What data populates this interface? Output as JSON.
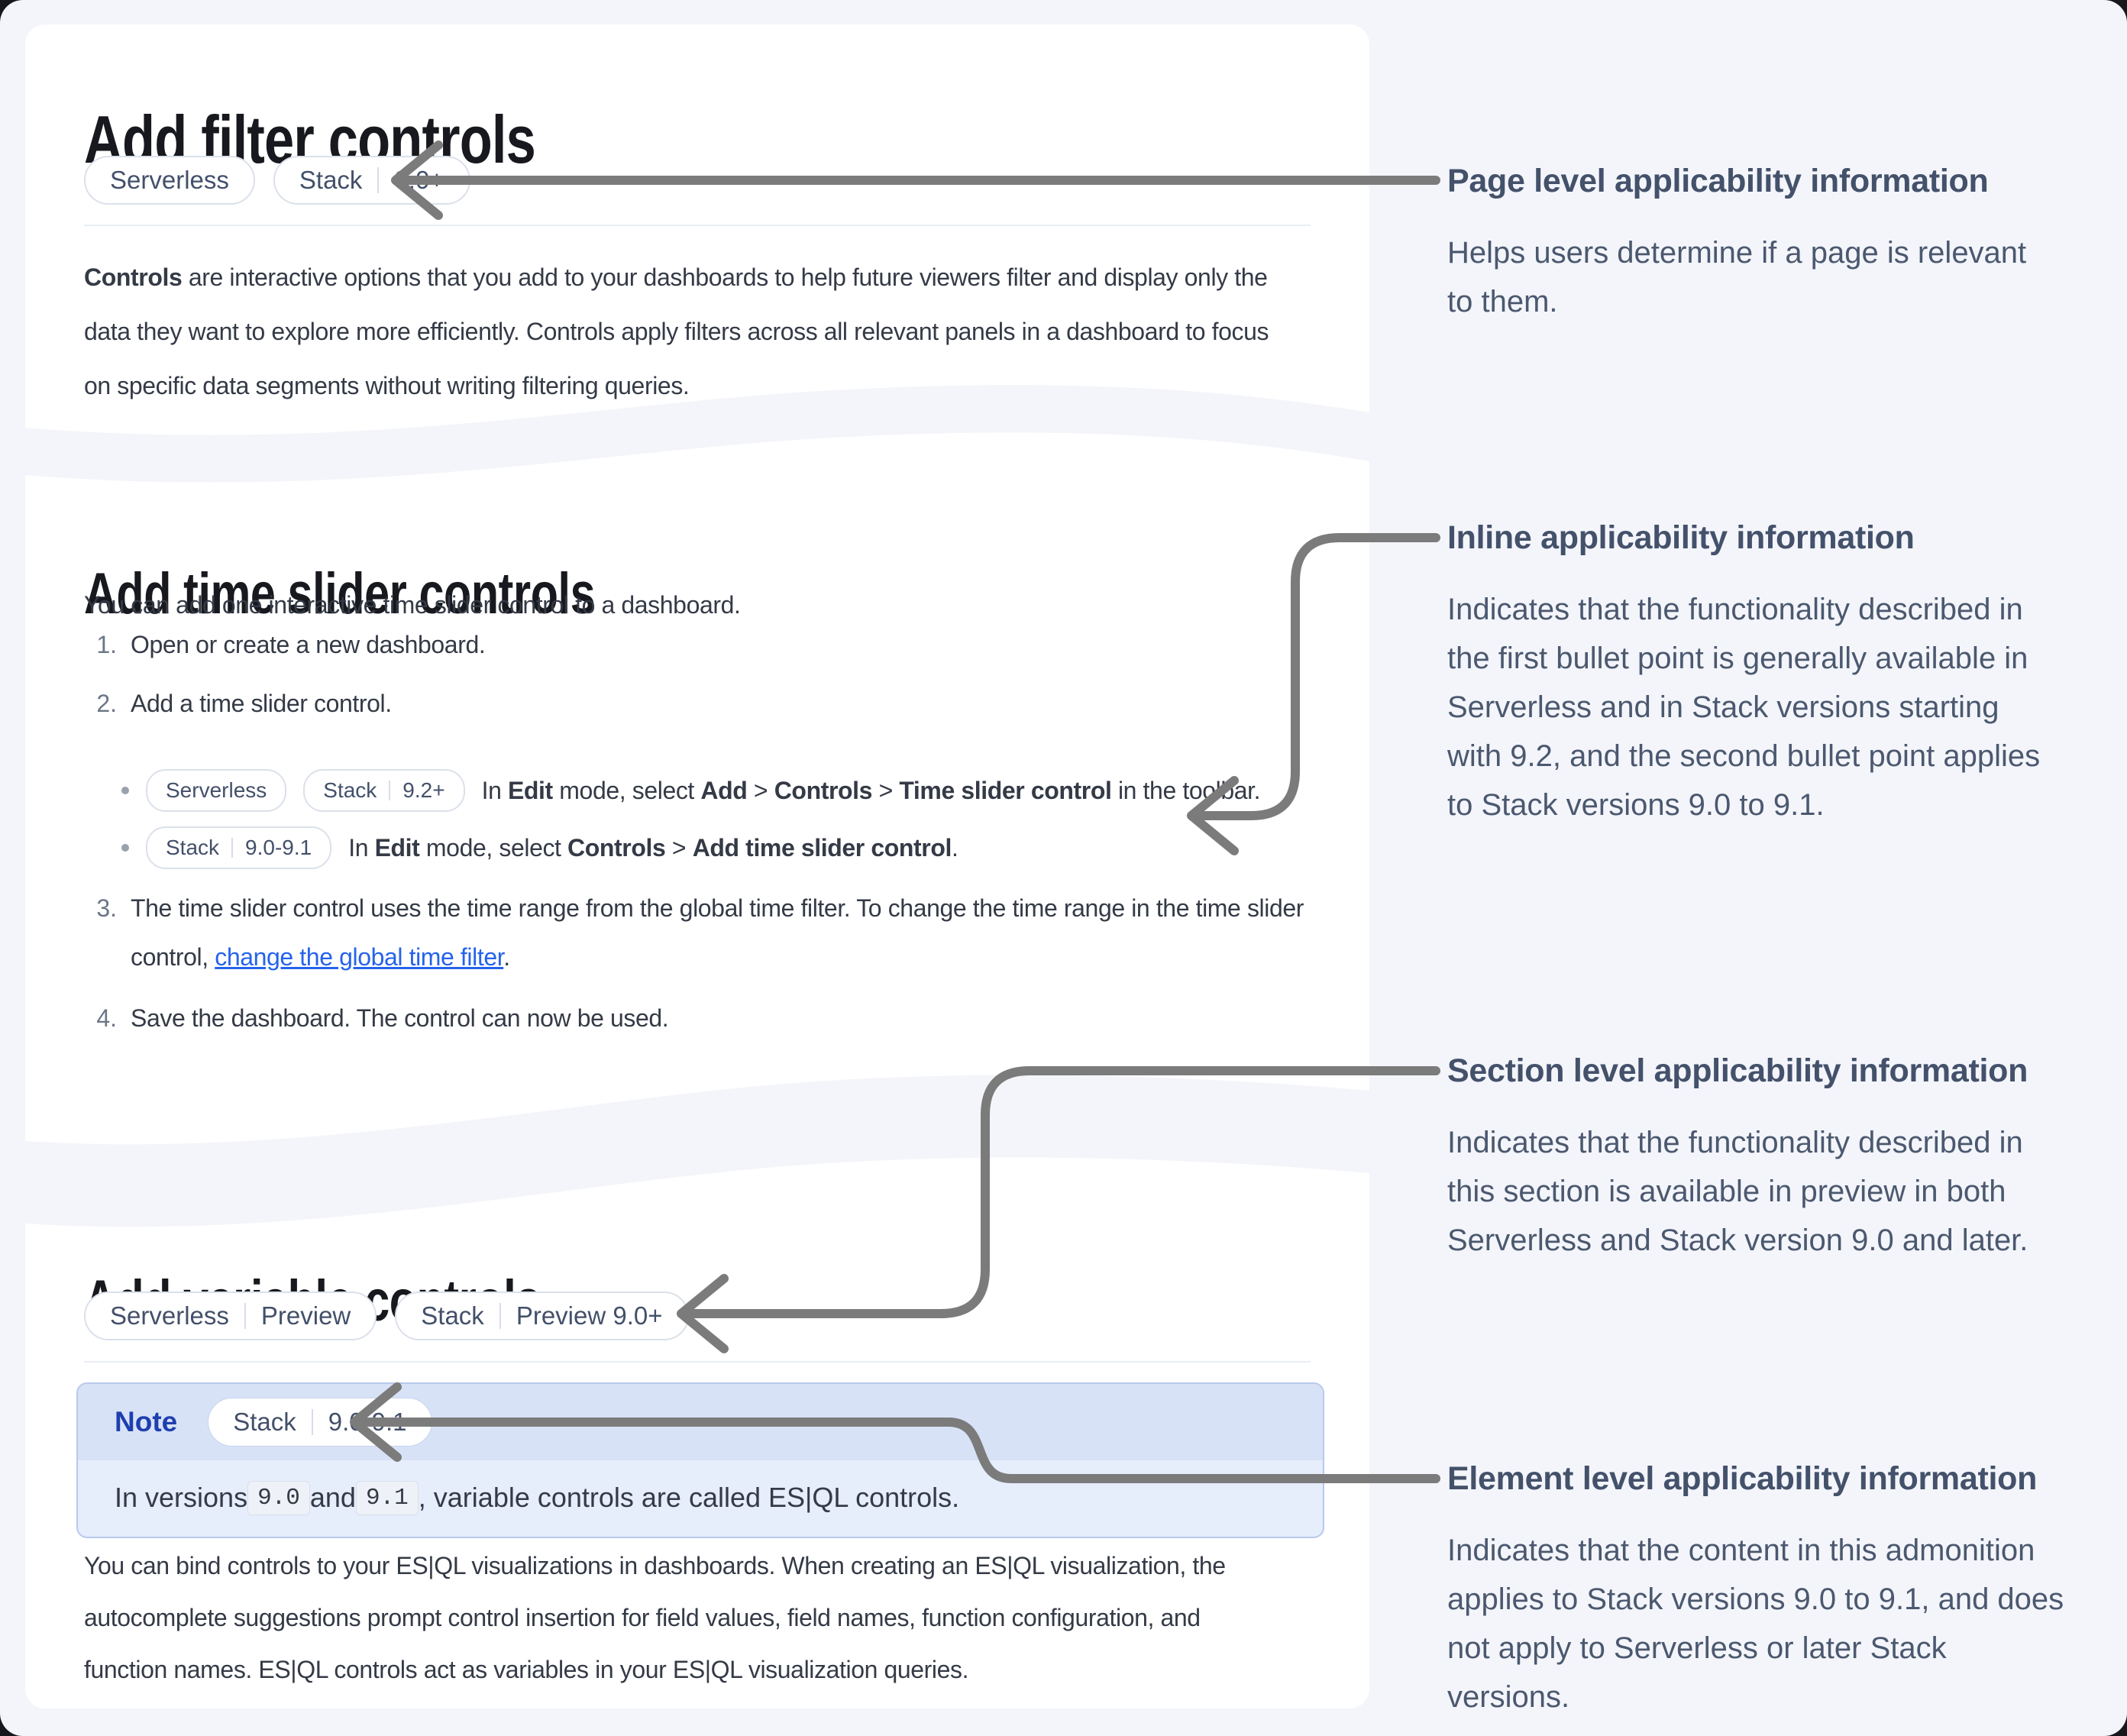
{
  "colors": {
    "page_background": "#f3f5fa",
    "card_background": "#ffffff",
    "heading_text": "#17191e",
    "body_text": "#343a46",
    "annotation_text": "#4b586f",
    "arrow": "#7b7b7b",
    "link": "#2563eb",
    "note_header_background": "#d7e2f7",
    "note_body_background": "#e6edfb",
    "note_border": "#b9c9ec",
    "note_label_text": "#1e3fae",
    "badge_border": "#dbe0ea",
    "badge_text": "#43506a"
  },
  "card1": {
    "title": "Add filter controls",
    "badges": [
      [
        "Serverless"
      ],
      [
        "Stack",
        "9.0+"
      ]
    ],
    "paragraph": [
      [
        {
          "t": "Controls",
          "b": true
        },
        {
          "t": " are interactive options that you add to your dashboards to help future viewers filter and display only the"
        }
      ],
      [
        {
          "t": "data they want to explore more efficiently. Controls apply filters across all relevant panels in a dashboard to focus"
        }
      ],
      [
        {
          "t": "on specific data segments without writing filtering queries."
        }
      ]
    ]
  },
  "card2": {
    "title": "Add time slider controls",
    "intro": "You can add one interactive time slider control to a dashboard.",
    "steps": [
      {
        "num": "1.",
        "lines": [
          [
            {
              "t": "Open or create a new dashboard."
            }
          ]
        ]
      },
      {
        "num": "2.",
        "lines": [
          [
            {
              "t": "Add a time slider control."
            }
          ]
        ]
      },
      {
        "num": "3.",
        "lines": [
          [
            {
              "t": "The time slider control uses the time range from the global time filter. To change the time range in the time slider"
            }
          ],
          [
            {
              "t": "control, "
            },
            {
              "t": "change the global time filter",
              "link": true
            },
            {
              "t": "."
            }
          ]
        ]
      },
      {
        "num": "4.",
        "lines": [
          [
            {
              "t": "Save the dashboard. The control can now be used."
            }
          ]
        ]
      }
    ],
    "bullets": [
      {
        "badges": [
          [
            "Serverless"
          ],
          [
            "Stack",
            "9.2+"
          ]
        ],
        "text": [
          {
            "t": "In "
          },
          {
            "t": "Edit",
            "b": true
          },
          {
            "t": " mode, select "
          },
          {
            "t": "Add",
            "b": true
          },
          {
            "t": " > "
          },
          {
            "t": "Controls",
            "b": true
          },
          {
            "t": " > "
          },
          {
            "t": "Time slider control",
            "b": true
          },
          {
            "t": " in the toolbar."
          }
        ]
      },
      {
        "badges": [
          [
            "Stack",
            "9.0-9.1"
          ]
        ],
        "text": [
          {
            "t": "In "
          },
          {
            "t": "Edit",
            "b": true
          },
          {
            "t": " mode, select "
          },
          {
            "t": "Controls",
            "b": true
          },
          {
            "t": " > "
          },
          {
            "t": "Add time slider control",
            "b": true
          },
          {
            "t": "."
          }
        ]
      }
    ]
  },
  "card3": {
    "title": "Add variable controls",
    "badges": [
      [
        "Serverless",
        "Preview"
      ],
      [
        "Stack",
        "Preview 9.0+"
      ]
    ],
    "note": {
      "label": "Note",
      "badge": [
        "Stack",
        "9.0-9.1"
      ],
      "body": [
        {
          "t": "In versions "
        },
        {
          "t": "9.0",
          "code": true
        },
        {
          "t": " and "
        },
        {
          "t": "9.1",
          "code": true
        },
        {
          "t": ", variable controls are called ES|QL controls."
        }
      ]
    },
    "paragraph": [
      [
        {
          "t": "You can bind controls to your ES|QL visualizations in dashboards. When creating an ES|QL visualization, the"
        }
      ],
      [
        {
          "t": "autocomplete suggestions prompt control insertion for field values, field names, function configuration, and"
        }
      ],
      [
        {
          "t": "function names. ES|QL controls act as variables in your ES|QL visualization queries."
        }
      ]
    ]
  },
  "annotations": [
    {
      "title": "Page level applicability information",
      "lines": [
        "Helps users determine if a page is relevant",
        "to them."
      ]
    },
    {
      "title": "Inline applicability information",
      "lines": [
        "Indicates that the functionality described in",
        "the first bullet point is generally available in",
        "Serverless and in Stack versions starting",
        "with 9.2, and the second bullet point applies",
        "to Stack versions 9.0 to 9.1."
      ]
    },
    {
      "title": "Section level applicability information",
      "lines": [
        "Indicates that the functionality described in",
        "this section is available in preview in both",
        "Serverless and Stack version 9.0 and later."
      ]
    },
    {
      "title": "Element level applicability information",
      "lines": [
        "Indicates that the content in this admonition",
        "applies to Stack versions 9.0 to 9.1, and does",
        "not apply to Serverless or later Stack",
        "versions."
      ]
    }
  ]
}
